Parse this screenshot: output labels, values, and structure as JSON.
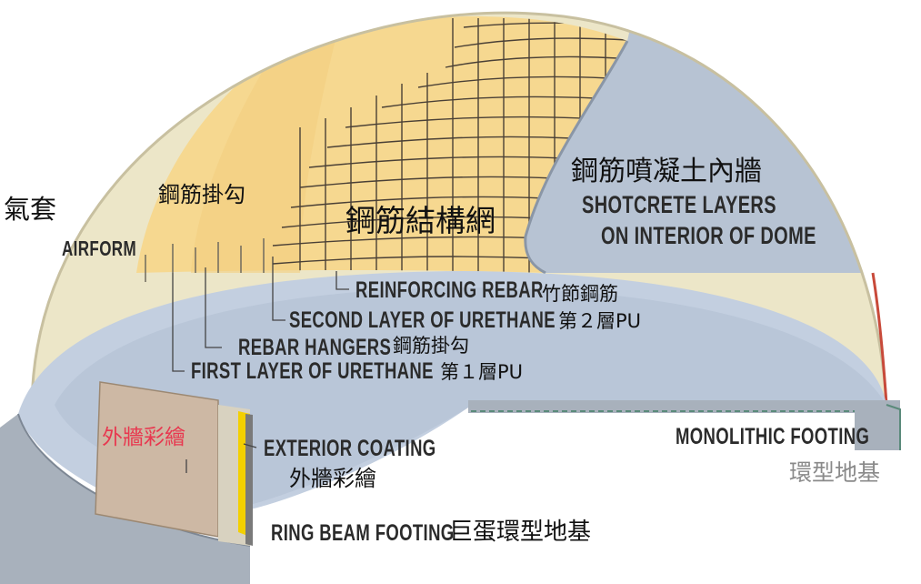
{
  "diagram": {
    "labels_en": {
      "airform": "AIRFORM",
      "shotcrete": "SHOTCRETE LAYERS",
      "shotcrete_2": "ON INTERIOR OF DOME",
      "reinforcing_rebar": "REINFORCING REBAR",
      "second_urethane": "SECOND LAYER OF URETHANE",
      "rebar_hangers": "REBAR HANGERS",
      "first_urethane": "FIRST LAYER OF URETHANE",
      "exterior_coating": "EXTERIOR COATING",
      "monolithic_footing": "MONOLITHIC FOOTING",
      "ring_beam_footing": "RING BEAM FOOTING"
    },
    "labels_zh": {
      "air_jacket": "氣套",
      "rebar_hooks_top": "鋼筋掛勾",
      "rebar_mesh": "鋼筋結構網",
      "shotcrete_wall": "鋼筋噴凝土內牆",
      "bamboo_rebar": "竹節鋼筋",
      "second_pu": "第２層PU",
      "rebar_hooks": "鋼筋掛勾",
      "first_pu": "第１層PU",
      "exterior_paint_red": "外牆彩繪",
      "exterior_paint": "外牆彩繪",
      "ring_footing": "環型地基",
      "big_ring_footing": "巨蛋環型地基"
    },
    "colors": {
      "airform": "#ece6c8",
      "foam": "#f6d890",
      "foam_dark": "#e5bd66",
      "shotcrete": "#b7c3d3",
      "floor": "#c3cfe0",
      "footing": "#a8b1bc",
      "coating": "#cdb8a4",
      "red_text": "#e8384f",
      "gray_text": "#8a8a8a"
    }
  }
}
